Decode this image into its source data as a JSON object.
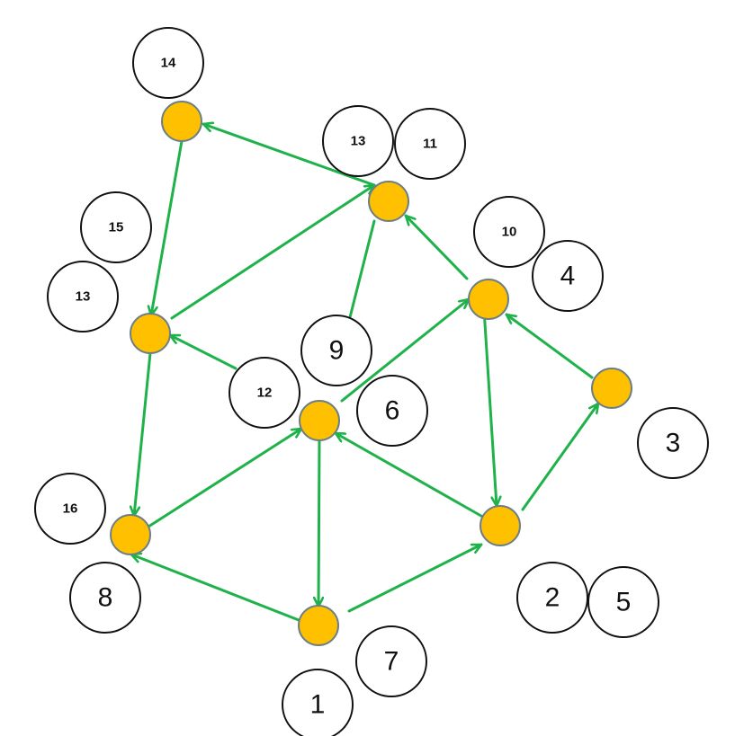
{
  "colors": {
    "background": "#ffffff",
    "node_fill": "#FFC000",
    "node_stroke": "#6D7F86",
    "edge": "#1FB24A",
    "badge_stroke": "#111111",
    "badge_text": "#111111"
  },
  "nodes": [
    {
      "id": "n1"
    },
    {
      "id": "n2"
    },
    {
      "id": "n3"
    },
    {
      "id": "n4"
    },
    {
      "id": "n5"
    },
    {
      "id": "n6"
    },
    {
      "id": "n7"
    },
    {
      "id": "n8"
    },
    {
      "id": "n9"
    },
    {
      "id": "n10"
    },
    {
      "id": "n11"
    }
  ],
  "edges": [
    {
      "from": "n2",
      "to": "n1"
    },
    {
      "from": "n2",
      "to": "n4"
    },
    {
      "from": "n4",
      "to": "n3"
    },
    {
      "from": "n3",
      "to": "n6"
    },
    {
      "from": "n4",
      "to": "n6"
    },
    {
      "from": "n6",
      "to": "n7"
    },
    {
      "from": "n7",
      "to": "n9"
    },
    {
      "from": "n5",
      "to": "n9"
    },
    {
      "from": "n6",
      "to": "n5"
    },
    {
      "from": "n5",
      "to": "n3"
    },
    {
      "from": "n5",
      "to": "n8"
    },
    {
      "from": "n11",
      "to": "n8"
    },
    {
      "from": "n11",
      "to": "n10"
    },
    {
      "from": "n10",
      "to": "n7"
    },
    {
      "from": "n6",
      "to": "n11"
    },
    {
      "from": "n11",
      "to": "n9"
    }
  ],
  "badges": [
    {
      "label": "14"
    },
    {
      "label": "13"
    },
    {
      "label": "11"
    },
    {
      "label": "10"
    },
    {
      "label": "4"
    },
    {
      "label": "15"
    },
    {
      "label": "13"
    },
    {
      "label": "9"
    },
    {
      "label": "12"
    },
    {
      "label": "6"
    },
    {
      "label": "3"
    },
    {
      "label": "16"
    },
    {
      "label": "8"
    },
    {
      "label": "2"
    },
    {
      "label": "5"
    },
    {
      "label": "7"
    },
    {
      "label": "1"
    }
  ]
}
